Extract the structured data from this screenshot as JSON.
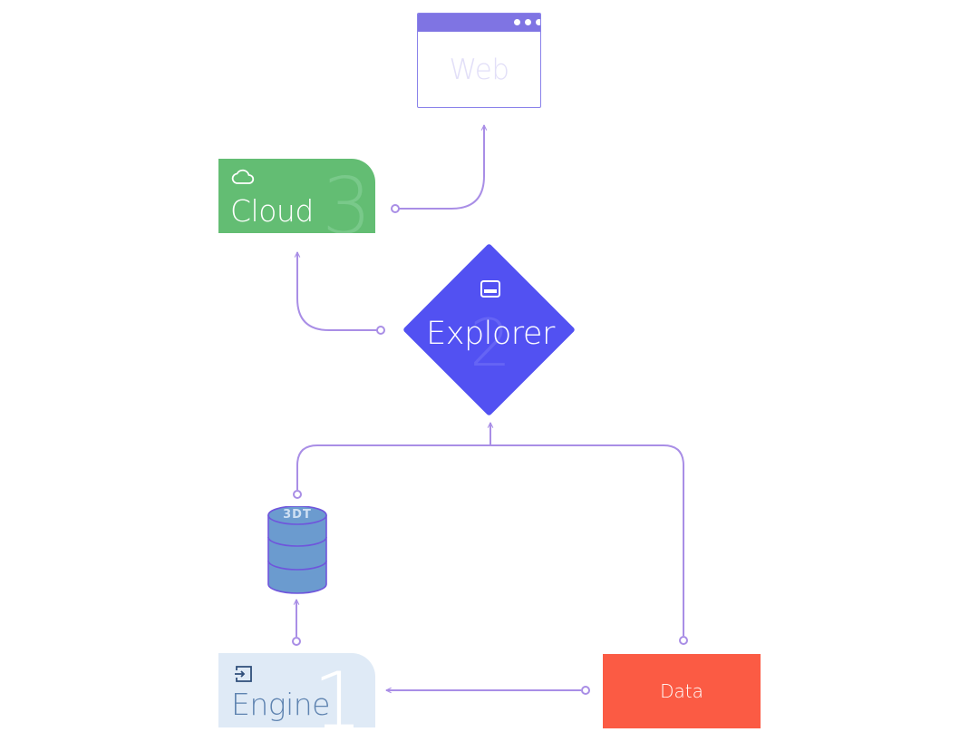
{
  "nodes": {
    "web": {
      "label": "Web"
    },
    "cloud": {
      "label": "Cloud",
      "number": "3"
    },
    "explorer": {
      "label": "Explorer",
      "number": "2"
    },
    "database": {
      "label": "3DT"
    },
    "engine": {
      "label": "Engine",
      "number": "1"
    },
    "data": {
      "label": "Data"
    }
  },
  "icons": {
    "cloud": "cloud-icon",
    "explorer": "panel-icon",
    "engine": "login-icon",
    "web": "window-dots-icon"
  },
  "colors": {
    "connector": "#a98ee6",
    "web_titlebar": "#7f74e3",
    "cloud": "#63bd73",
    "explorer": "#5251f2",
    "database": "#6b9bcf",
    "engine": "#dfeaf6",
    "data": "#fb5b44"
  },
  "edges": [
    {
      "from": "cloud",
      "to": "web"
    },
    {
      "from": "explorer",
      "to": "cloud"
    },
    {
      "from": "database",
      "to": "explorer"
    },
    {
      "from": "data",
      "to": "explorer"
    },
    {
      "from": "engine",
      "to": "database"
    },
    {
      "from": "data",
      "to": "engine"
    }
  ]
}
